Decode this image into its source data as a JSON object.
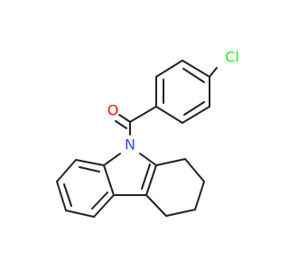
{
  "molecule": {
    "atoms": {
      "oxygen": {
        "label": "O",
        "color": "#ff0d0d"
      },
      "nitrogen": {
        "label": "N",
        "color": "#3050f8"
      },
      "chlorine": {
        "label": "Cl",
        "color": "#1ff01f"
      }
    },
    "bond_color": "#222222",
    "background": "#ffffff"
  }
}
